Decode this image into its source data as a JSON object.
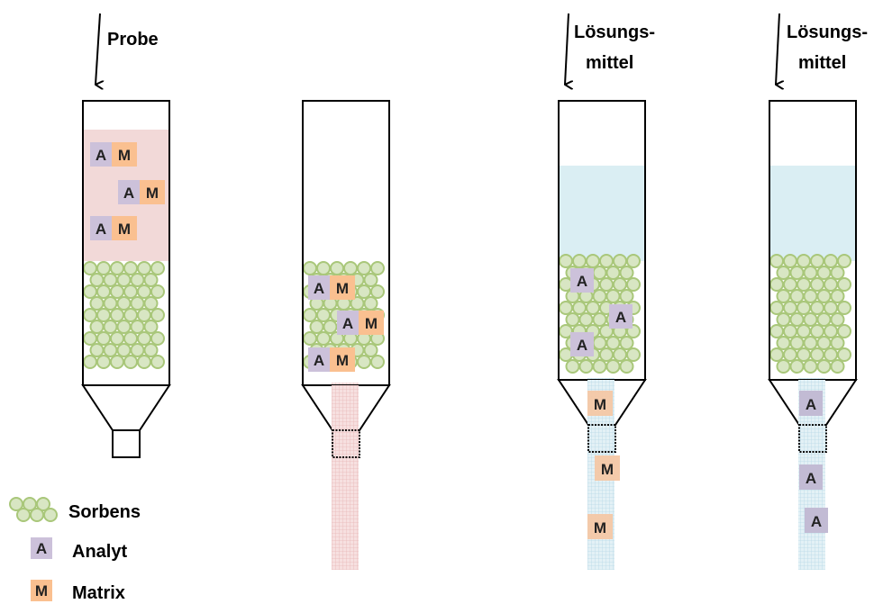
{
  "labels": {
    "probe": "Probe",
    "solvent_line1": "Lösungs-",
    "solvent_line2": "mittel"
  },
  "tokens": {
    "analyte": "A",
    "matrix": "M"
  },
  "legend": {
    "sorbent": "Sorbens",
    "analyte_symbol": "A",
    "analyte": "Analyt",
    "matrix_symbol": "M",
    "matrix": "Matrix"
  },
  "colors": {
    "sample": "#f2d9d8",
    "solvent": "#daeef3",
    "sorbent_fill": "#d8e6c3",
    "sorbent_stroke": "#a9c77a",
    "analyte": "#ccc1da",
    "matrix": "#fac090",
    "outline": "#000000"
  }
}
